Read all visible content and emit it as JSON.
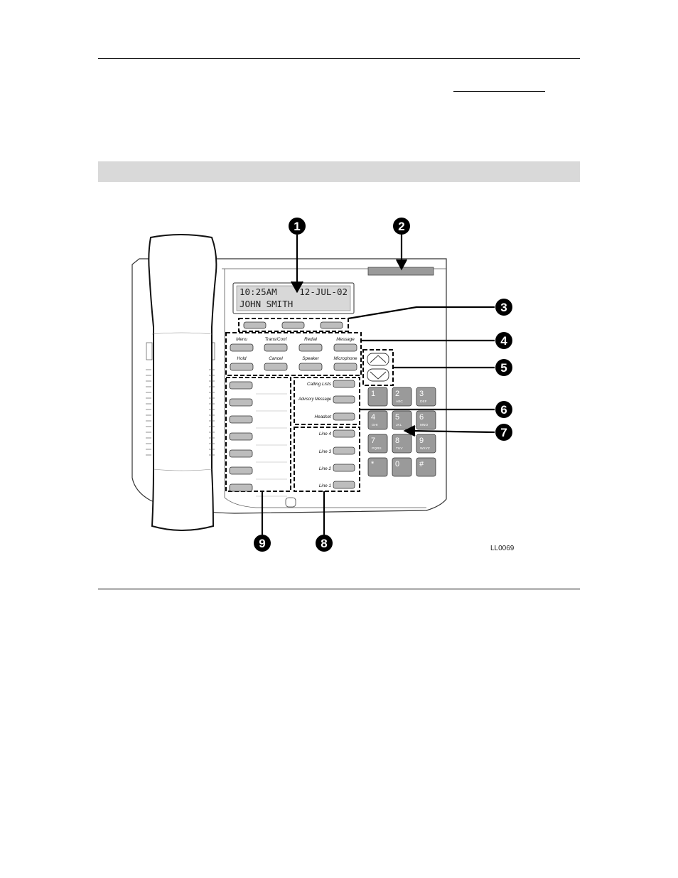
{
  "display": {
    "line1_left": "10:25AM",
    "line1_right": "12-JUL-02",
    "line2": "JOHN SMITH"
  },
  "feature_keys": {
    "row1": [
      "Menu",
      "Trans/Conf",
      "Redial",
      "Message"
    ],
    "row2": [
      "Hold",
      "Cancel",
      "Speaker",
      "Microphone"
    ]
  },
  "right_keys": [
    "Calling Lists",
    "Advisory Message",
    "Headset"
  ],
  "line_keys": [
    "Line 4",
    "Line 3",
    "Line 2",
    "Line 1"
  ],
  "keypad": [
    {
      "n": "1",
      "l": ""
    },
    {
      "n": "2",
      "l": "ABC"
    },
    {
      "n": "3",
      "l": "DEF"
    },
    {
      "n": "4",
      "l": "GHI"
    },
    {
      "n": "5",
      "l": "JKL"
    },
    {
      "n": "6",
      "l": "MNO"
    },
    {
      "n": "7",
      "l": "PQRS"
    },
    {
      "n": "8",
      "l": "TUV"
    },
    {
      "n": "9",
      "l": "WXYZ"
    },
    {
      "n": "*",
      "l": ""
    },
    {
      "n": "0",
      "l": ""
    },
    {
      "n": "#",
      "l": ""
    }
  ],
  "callouts": [
    "1",
    "2",
    "3",
    "4",
    "5",
    "6",
    "7",
    "8",
    "9"
  ],
  "figure_id": "LL0069",
  "colors": {
    "callout": "#000000",
    "key": "#9a9a9a",
    "band": "#d9d9d9"
  }
}
